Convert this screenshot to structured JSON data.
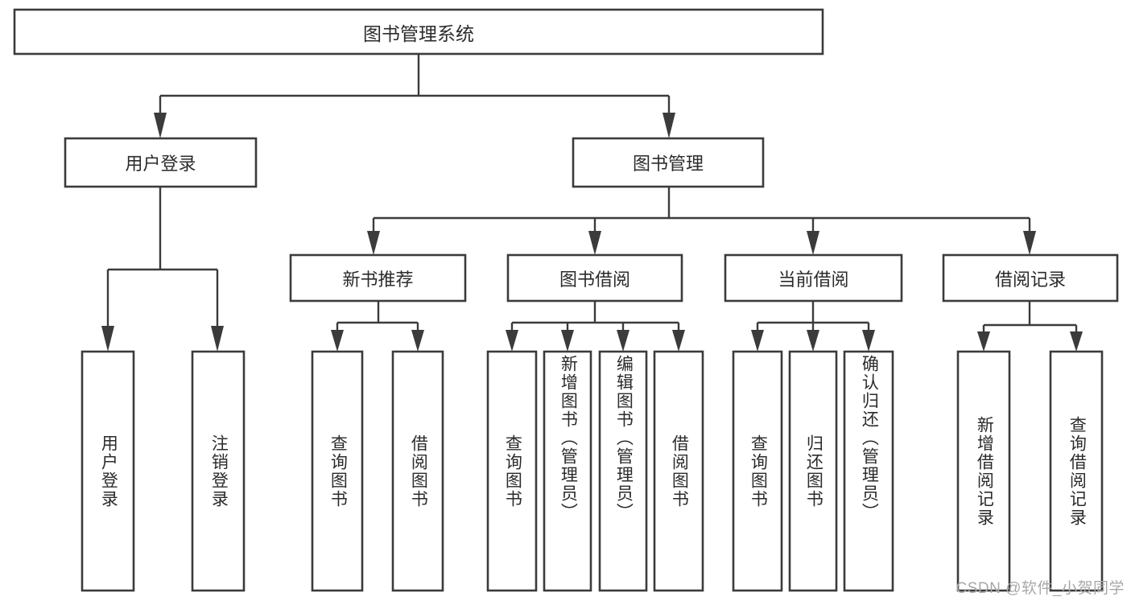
{
  "diagram": {
    "type": "tree",
    "title": "图书管理系统",
    "root": {
      "id": "root",
      "label": "图书管理系统",
      "orientation": "horizontal"
    },
    "level2": [
      {
        "id": "user-login",
        "label": "用户登录",
        "orientation": "horizontal"
      },
      {
        "id": "book-manage",
        "label": "图书管理",
        "orientation": "horizontal"
      }
    ],
    "level3": [
      {
        "id": "new-book-recommend",
        "label": "新书推荐",
        "parent": "book-manage",
        "orientation": "horizontal"
      },
      {
        "id": "book-borrow",
        "label": "图书借阅",
        "parent": "book-manage",
        "orientation": "horizontal"
      },
      {
        "id": "current-borrow",
        "label": "当前借阅",
        "parent": "book-manage",
        "orientation": "horizontal"
      },
      {
        "id": "borrow-record",
        "label": "借阅记录",
        "parent": "book-manage",
        "orientation": "horizontal"
      }
    ],
    "leaves": [
      {
        "id": "leaf-user-login",
        "label": "用户登录",
        "parent": "user-login",
        "orientation": "vertical"
      },
      {
        "id": "leaf-logout",
        "label": "注销登录",
        "parent": "user-login",
        "orientation": "vertical"
      },
      {
        "id": "leaf-query-book-1",
        "label": "查询图书",
        "parent": "new-book-recommend",
        "orientation": "vertical"
      },
      {
        "id": "leaf-borrow-book-1",
        "label": "借阅图书",
        "parent": "new-book-recommend",
        "orientation": "vertical"
      },
      {
        "id": "leaf-query-book-2",
        "label": "查询图书",
        "parent": "book-borrow",
        "orientation": "vertical"
      },
      {
        "id": "leaf-add-book",
        "label": "新增图书（管理员）",
        "parent": "book-borrow",
        "orientation": "vertical"
      },
      {
        "id": "leaf-edit-book",
        "label": "编辑图书（管理员）",
        "parent": "book-borrow",
        "orientation": "vertical"
      },
      {
        "id": "leaf-borrow-book-2",
        "label": "借阅图书",
        "parent": "book-borrow",
        "orientation": "vertical"
      },
      {
        "id": "leaf-query-book-3",
        "label": "查询图书",
        "parent": "current-borrow",
        "orientation": "vertical"
      },
      {
        "id": "leaf-return-book",
        "label": "归还图书",
        "parent": "current-borrow",
        "orientation": "vertical"
      },
      {
        "id": "leaf-confirm-return",
        "label": "确认归还（管理员）",
        "parent": "current-borrow",
        "orientation": "vertical"
      },
      {
        "id": "leaf-add-record",
        "label": "新增借阅记录",
        "parent": "borrow-record",
        "orientation": "vertical"
      },
      {
        "id": "leaf-query-record",
        "label": "查询借阅记录",
        "parent": "borrow-record",
        "orientation": "vertical"
      }
    ]
  },
  "watermark": {
    "text": "CSDN @软件_小贺同学"
  },
  "colors": {
    "stroke": "#3b3b3b",
    "box_fill": "#ffffff",
    "text": "#2b2b2b",
    "background": "#ffffff",
    "watermark": "#a8a8a8"
  }
}
